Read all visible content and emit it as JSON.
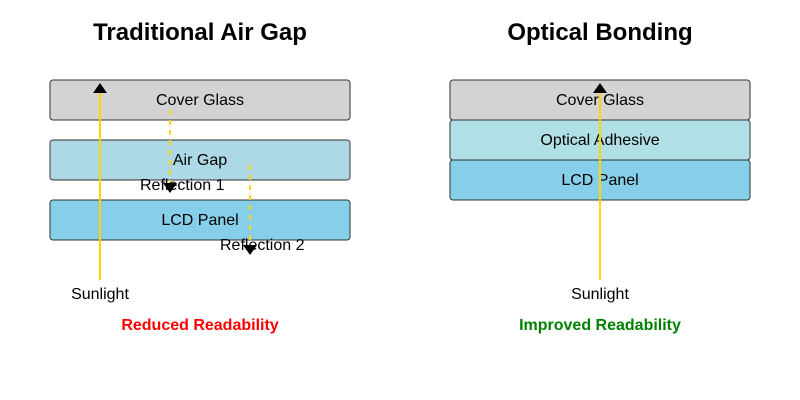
{
  "left_panel": {
    "title": "Traditional Air Gap",
    "layers": {
      "cover_glass": {
        "label": "Cover Glass",
        "color": "#d3d3d3"
      },
      "air_gap": {
        "label": "Air Gap",
        "color": "#add8e6"
      },
      "lcd_panel": {
        "label": "LCD Panel",
        "color": "#87ceeb"
      }
    },
    "reflection_1": "Reflection 1",
    "reflection_2": "Reflection 2",
    "sunlight": "Sunlight",
    "result": {
      "label": "Reduced Readability",
      "color": "#ff0000"
    }
  },
  "right_panel": {
    "title": "Optical Bonding",
    "layers": {
      "cover_glass": {
        "label": "Cover Glass",
        "color": "#d3d3d3"
      },
      "optical_adhesive": {
        "label": "Optical Adhesive",
        "color": "#b0e0e6"
      },
      "lcd_panel": {
        "label": "LCD Panel",
        "color": "#87ceeb"
      }
    },
    "sunlight": "Sunlight",
    "result": {
      "label": "Improved Readability",
      "color": "#008000"
    }
  },
  "colors": {
    "sunlight_ray": "#ffd700",
    "reflection_ray": "#ffd700",
    "layer_stroke": "#333333"
  }
}
